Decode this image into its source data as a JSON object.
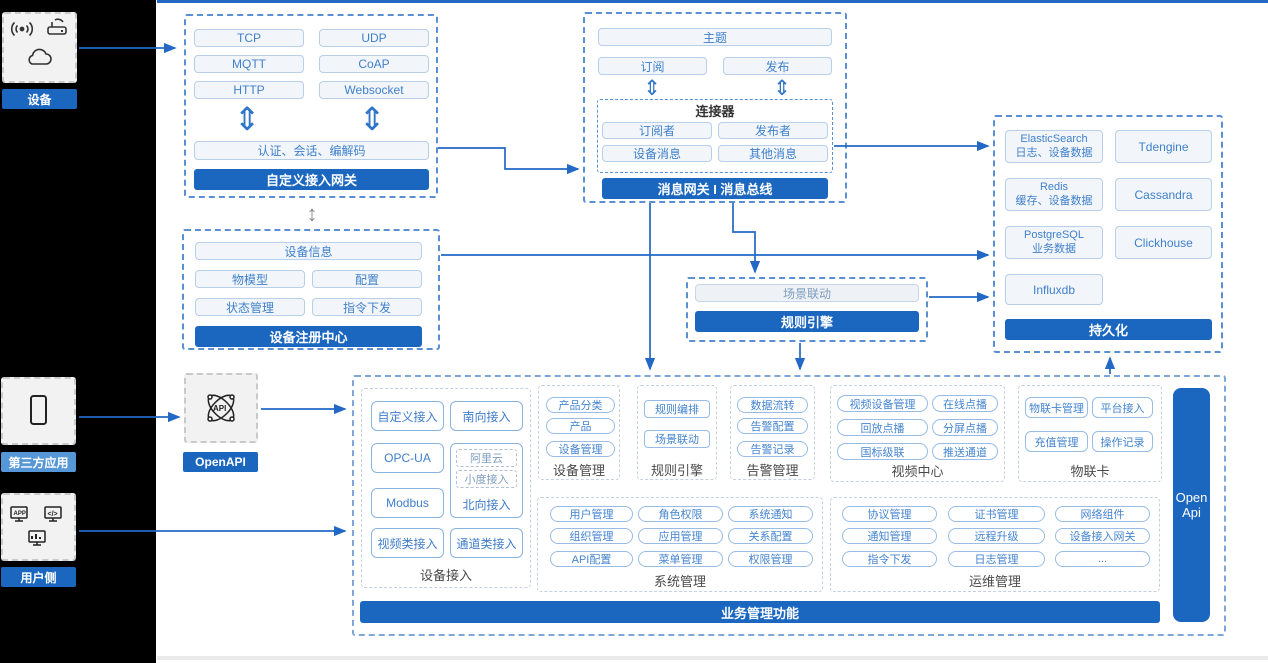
{
  "colors": {
    "accent": "#1b67c0",
    "light_badge": "#5697d8",
    "arrow": "#2268c4"
  },
  "left_rail": {
    "device_label": "设备",
    "third_party_label": "第三方应用",
    "user_side_label": "用户侧"
  },
  "icons": [
    "signal-icon",
    "router-icon",
    "cloud-icon",
    "phone-icon",
    "app-window-icon",
    "code-window-icon",
    "chart-window-icon",
    "api-atom-icon"
  ],
  "gateway": {
    "protocols": [
      "TCP",
      "UDP",
      "MQTT",
      "CoAP",
      "HTTP",
      "Websocket"
    ],
    "middleware": "认证、会话、编解码",
    "title": "自定义接入网关"
  },
  "message_bus": {
    "topic": "主题",
    "subscribe": "订阅",
    "publish": "发布",
    "connector": {
      "title": "连接器",
      "items": [
        "订阅者",
        "发布者",
        "设备消息",
        "其他消息"
      ]
    },
    "title": "消息网关 I 消息总线"
  },
  "persistence": {
    "stores": [
      {
        "name": "ElasticSearch",
        "desc": "日志、设备数据"
      },
      {
        "name": "Tdengine",
        "desc": ""
      },
      {
        "name": "Redis",
        "desc": "缓存、设备数据"
      },
      {
        "name": "Cassandra",
        "desc": ""
      },
      {
        "name": "PostgreSQL",
        "desc": "业务数据"
      },
      {
        "name": "Clickhouse",
        "desc": ""
      },
      {
        "name": "Influxdb",
        "desc": ""
      }
    ],
    "title": "持久化"
  },
  "registry": {
    "device_info": "设备信息",
    "items": [
      "物模型",
      "配置",
      "状态管理",
      "指令下发"
    ],
    "title": "设备注册中心"
  },
  "rule_engine": {
    "scene": "场景联动",
    "title": "规则引擎"
  },
  "openapi_label": "OpenAPI",
  "business": {
    "title": "业务管理功能",
    "open_api": {
      "line1": "Open",
      "line2": "Api"
    },
    "device_access": {
      "label": "设备接入",
      "custom": "自定义接入",
      "south": "南向接入",
      "opcua": "OPC-UA",
      "modbus": "Modbus",
      "video": "视频类接入",
      "channel": "通道类接入",
      "north": {
        "label": "北向接入",
        "aliyun": "阿里云",
        "xiaodu": "小度接入"
      }
    },
    "device_mgmt": {
      "label": "设备管理",
      "items": [
        "产品分类",
        "产品",
        "设备管理"
      ]
    },
    "rule": {
      "label": "规则引擎",
      "items": [
        "规则编排",
        "场景联动"
      ]
    },
    "alarm": {
      "label": "告警管理",
      "items": [
        "数据流转",
        "告警配置",
        "告警记录"
      ]
    },
    "video_center": {
      "label": "视频中心",
      "items": [
        "视频设备管理",
        "在线点播",
        "回放点播",
        "分屏点播",
        "国标级联",
        "推送通道"
      ]
    },
    "iot_card": {
      "label": "物联卡",
      "items": [
        "物联卡管理",
        "平台接入",
        "充值管理",
        "操作记录"
      ]
    },
    "system_mgmt": {
      "label": "系统管理",
      "items": [
        "用户管理",
        "角色权限",
        "系统通知",
        "组织管理",
        "应用管理",
        "关系配置",
        "API配置",
        "菜单管理",
        "权限管理"
      ]
    },
    "ops_mgmt": {
      "label": "运维管理",
      "items": [
        "协议管理",
        "证书管理",
        "网络组件",
        "通知管理",
        "远程升级",
        "设备接入网关",
        "指令下发",
        "日志管理",
        "..."
      ]
    }
  }
}
